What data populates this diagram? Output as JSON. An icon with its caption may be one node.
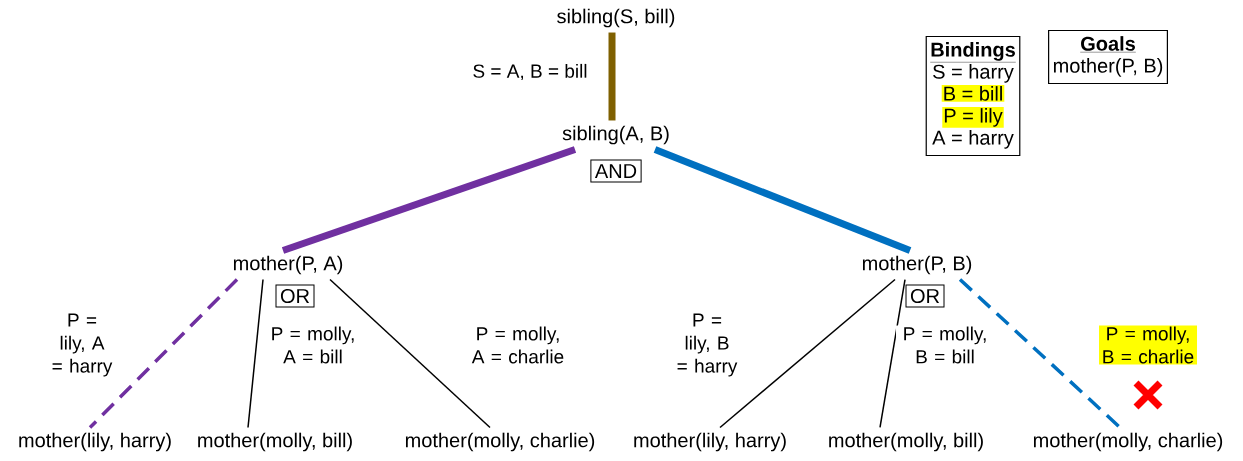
{
  "diagram": {
    "nodes": [
      {
        "text": [
          "sibling(S, bill)"
        ]
      },
      {
        "text": [
          "sibling(A, B)"
        ]
      },
      {
        "text": [
          "AND"
        ]
      },
      {
        "text": [
          "mother(P, A)"
        ]
      },
      {
        "text": [
          "OR"
        ]
      },
      {
        "text": [
          "mother(P, B)"
        ]
      },
      {
        "text": [
          "OR"
        ]
      },
      {
        "text": [
          "mother(lily, harry)"
        ]
      },
      {
        "text": [
          "mother(molly, bill)"
        ]
      },
      {
        "text": [
          "mother(molly, charlie)"
        ]
      },
      {
        "text": [
          "mother(lily, harry)"
        ]
      },
      {
        "text": [
          "mother(molly, bill)"
        ]
      },
      {
        "text": [
          "mother(molly, charlie)"
        ]
      },
      {
        "text": [
          "Bindings",
          "S = harry",
          "B = bill",
          "P = lily",
          "A = harry"
        ]
      },
      {
        "text": [
          "Goals",
          "mother(P, B)"
        ]
      }
    ],
    "edges": [
      {
        "from": 0,
        "to": 1,
        "arrow": "none",
        "label": "S = A, B = bill",
        "style": "thick",
        "color": "#7f6000"
      },
      {
        "from": 1,
        "to": 3,
        "arrow": "none",
        "style": "thick",
        "color": "#7030a0"
      },
      {
        "from": 1,
        "to": 5,
        "arrow": "none",
        "style": "thick",
        "color": "#0070c0"
      },
      {
        "from": 3,
        "to": 7,
        "arrow": "none",
        "label": "P = lily, A = harry",
        "style": "dashed",
        "color": "#7030a0"
      },
      {
        "from": 3,
        "to": 8,
        "arrow": "none",
        "label": "P = molly, A = bill"
      },
      {
        "from": 3,
        "to": 9,
        "arrow": "none",
        "label": "P = molly, A = charlie"
      },
      {
        "from": 5,
        "to": 10,
        "arrow": "none",
        "label": "P = lily, B = harry"
      },
      {
        "from": 5,
        "to": 11,
        "arrow": "none",
        "label": "P = molly, B = bill"
      },
      {
        "from": 5,
        "to": 12,
        "arrow": "none",
        "label": "P = molly, B = charlie",
        "style": "dashed",
        "color": "#0070c0"
      }
    ]
  }
}
